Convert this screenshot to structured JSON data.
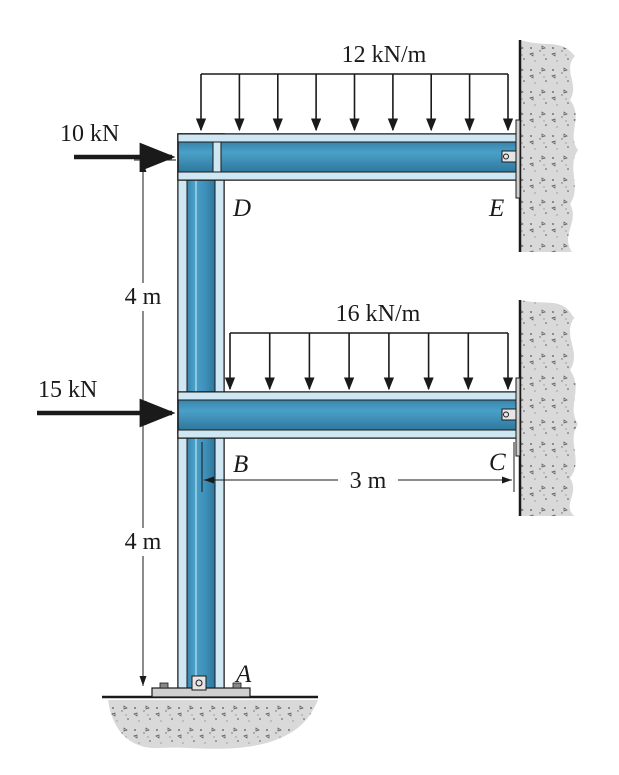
{
  "loads": {
    "upper_distributed": "12 kN/m",
    "lower_distributed": "16 kN/m",
    "upper_point": "10 kN",
    "lower_point": "15 kN"
  },
  "dimensions": {
    "upper_height": "4 m",
    "lower_height": "4 m",
    "span": "3 m"
  },
  "points": {
    "A": "A",
    "B": "B",
    "C": "C",
    "D": "D",
    "E": "E"
  },
  "colors": {
    "steel": "#3d8fb8",
    "steel_light": "#a9d3e6",
    "steel_dark": "#1f5f80",
    "ground": "#dcdcdc",
    "ink": "#1a1a1a"
  }
}
